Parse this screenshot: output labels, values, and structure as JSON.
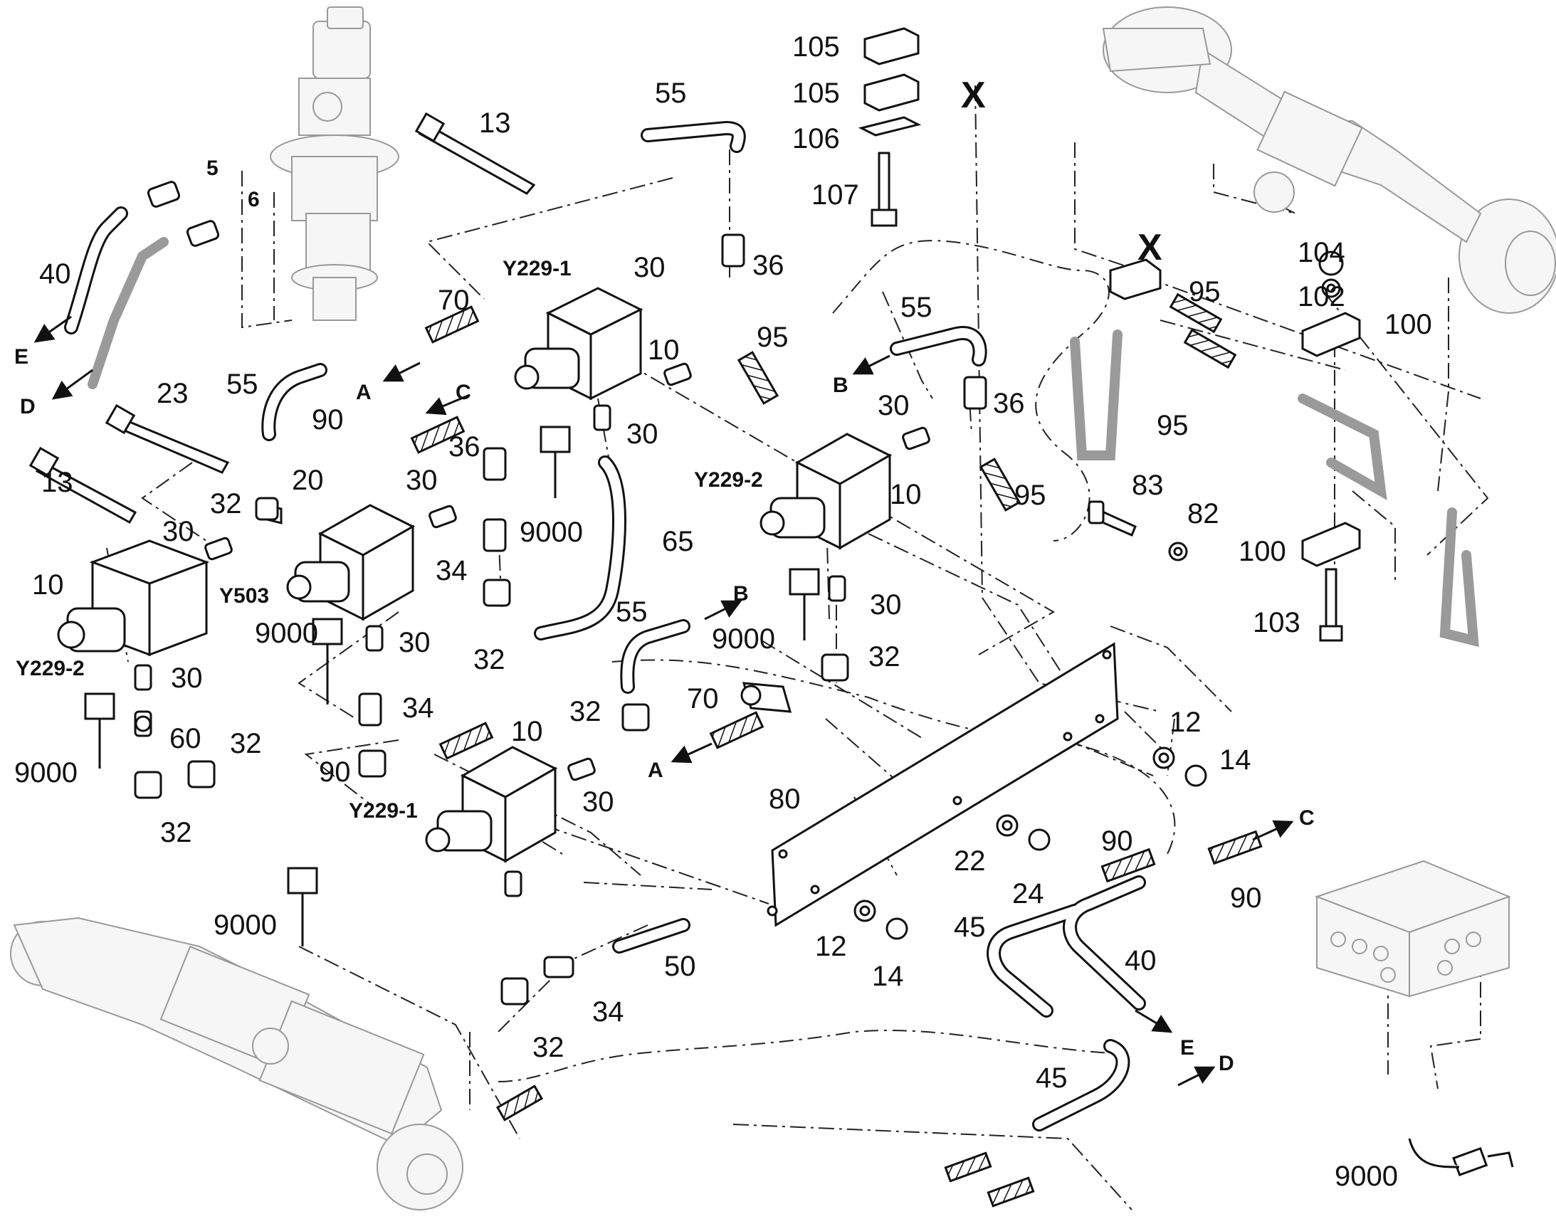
{
  "diagram": {
    "part_numbers": {
      "p5": "5",
      "p6": "6",
      "p10": "10",
      "p12": "12",
      "p13": "13",
      "p14": "14",
      "p20": "20",
      "p22": "22",
      "p23": "23",
      "p24": "24",
      "p30": "30",
      "p32": "32",
      "p34": "34",
      "p36": "36",
      "p40": "40",
      "p45": "45",
      "p50": "50",
      "p55": "55",
      "p60": "60",
      "p65": "65",
      "p70": "70",
      "p80": "80",
      "p82": "82",
      "p83": "83",
      "p90": "90",
      "p95": "95",
      "p100": "100",
      "p102": "102",
      "p103": "103",
      "p104": "104",
      "p105": "105",
      "p106": "106",
      "p107": "107",
      "p9000": "9000"
    },
    "valve_ids": {
      "y229_1": "Y229-1",
      "y229_2": "Y229-2",
      "y503": "Y503"
    },
    "detail_marker": "X",
    "line_ports": {
      "a": "A",
      "b": "B",
      "c": "C",
      "d": "D",
      "e": "E"
    },
    "colors": {
      "ink": "#111111",
      "ghost": "#8a8a8a",
      "fill": "#ffffff"
    }
  }
}
